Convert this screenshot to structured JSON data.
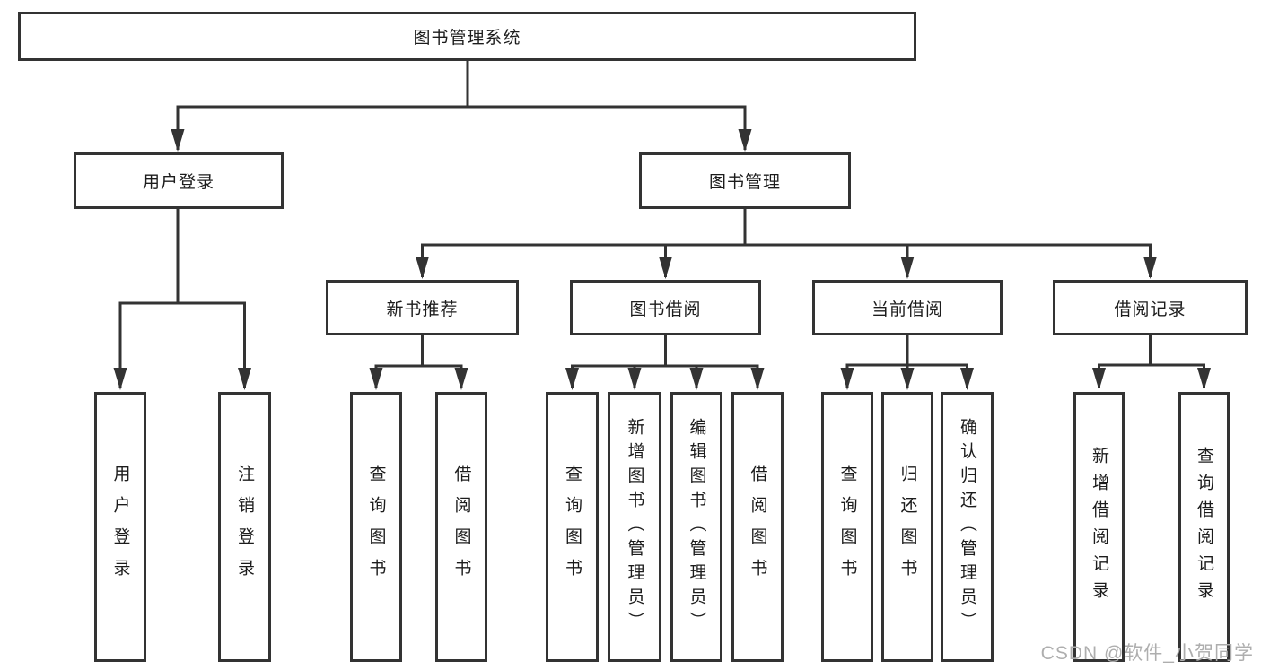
{
  "diagram": {
    "root": {
      "label": "图书管理系统"
    },
    "branches": [
      {
        "label": "用户登录",
        "children": [
          {
            "label": "用户登录"
          },
          {
            "label": "注销登录"
          }
        ]
      },
      {
        "label": "图书管理",
        "children": [
          {
            "label": "新书推荐",
            "children": [
              {
                "label": "查询图书"
              },
              {
                "label": "借阅图书"
              }
            ]
          },
          {
            "label": "图书借阅",
            "children": [
              {
                "label": "查询图书"
              },
              {
                "label": "新增图书（管理员）"
              },
              {
                "label": "编辑图书（管理员）"
              },
              {
                "label": "借阅图书"
              }
            ]
          },
          {
            "label": "当前借阅",
            "children": [
              {
                "label": "查询图书"
              },
              {
                "label": "归还图书"
              },
              {
                "label": "确认归还（管理员）"
              }
            ]
          },
          {
            "label": "借阅记录",
            "children": [
              {
                "label": "新增借阅记录"
              },
              {
                "label": "查询借阅记录"
              }
            ]
          }
        ]
      }
    ]
  },
  "watermark": {
    "text": "CSDN @软件_小贺同学"
  },
  "colors": {
    "line": "#333333",
    "text": "#1c1c1c",
    "watermark": "#aeaeae",
    "background": "#ffffff"
  }
}
